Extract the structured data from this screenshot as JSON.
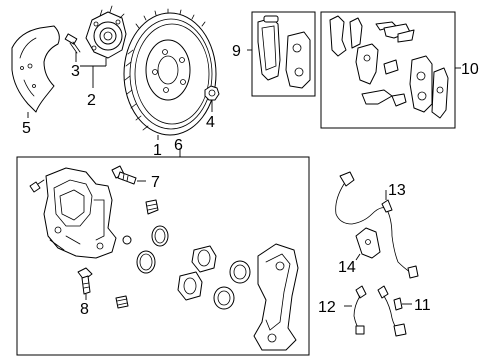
{
  "callouts": {
    "c1": "1",
    "c2": "2",
    "c3": "3",
    "c4": "4",
    "c5": "5",
    "c6": "6",
    "c7": "7",
    "c8": "8",
    "c9": "9",
    "c10": "10",
    "c11": "11",
    "c12": "12",
    "c13": "13",
    "c14": "14"
  },
  "parts": {
    "c1": "brake-rotor-icon",
    "c2": "wheel-hub-icon",
    "c3": "hub-bolt-icon",
    "c4": "lug-nut-icon",
    "c5": "splash-shield-icon",
    "c6": "caliper-assembly-icon",
    "c7": "guide-pin-icon",
    "c8": "guide-pin-icon",
    "c9": "brake-pads-icon",
    "c10": "pad-hardware-kit-icon",
    "c11": "sensor-bracket-icon",
    "c12": "brake-hose-icon",
    "c13": "abs-sensor-icon",
    "c14": "harness-bracket-icon"
  },
  "colors": {
    "line": "#000000",
    "background": "#ffffff"
  }
}
